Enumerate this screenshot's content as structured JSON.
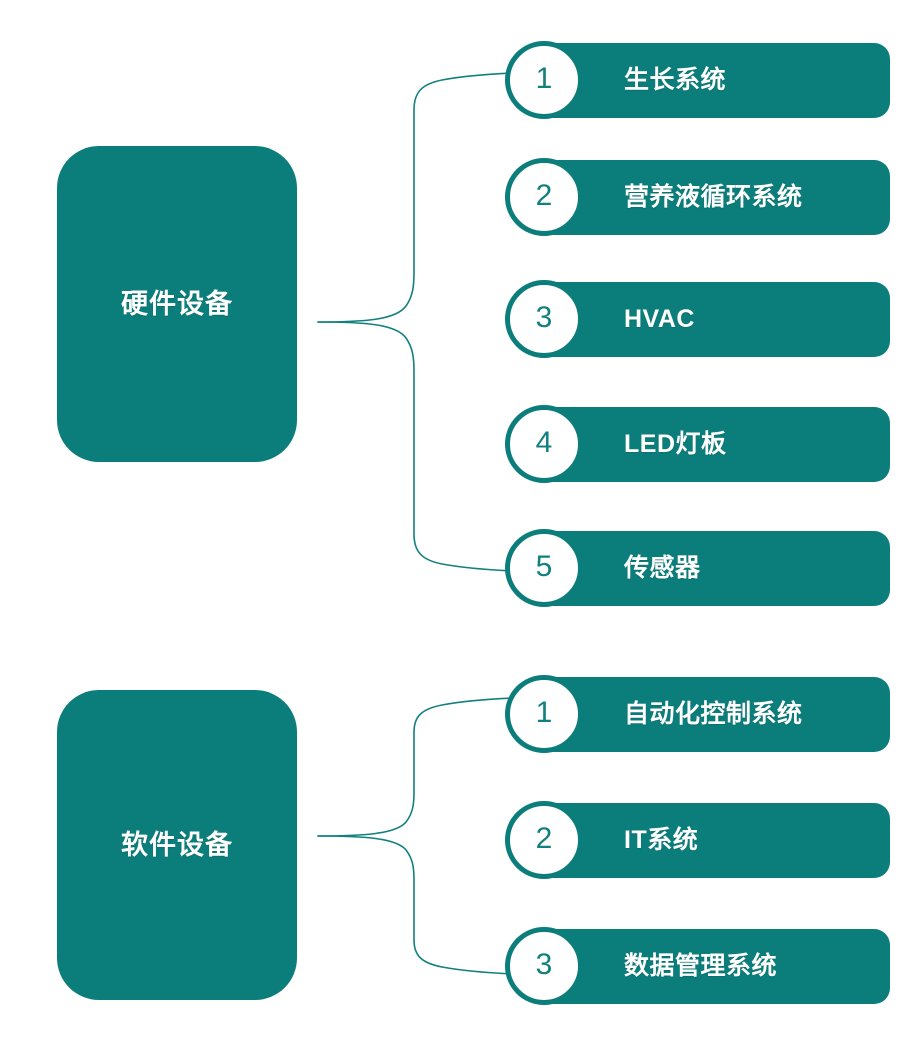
{
  "diagram": {
    "title_color": "#0b7d7b",
    "accent_color": "#0b7d7b",
    "badge_text_color": "#12807e",
    "brace_color": "#12807e",
    "label_color": "#ffffff",
    "background": "#ffffff"
  },
  "groups": [
    {
      "name": "硬件设备",
      "items": [
        {
          "number": "1",
          "label": "生长系统"
        },
        {
          "number": "2",
          "label": "营养液循环系统"
        },
        {
          "number": "3",
          "label": "HVAC"
        },
        {
          "number": "4",
          "label": "LED灯板"
        },
        {
          "number": "5",
          "label": "传感器"
        }
      ]
    },
    {
      "name": "软件设备",
      "items": [
        {
          "number": "1",
          "label": "自动化控制系统"
        },
        {
          "number": "2",
          "label": "IT系统"
        },
        {
          "number": "3",
          "label": "数据管理系统"
        }
      ]
    }
  ]
}
